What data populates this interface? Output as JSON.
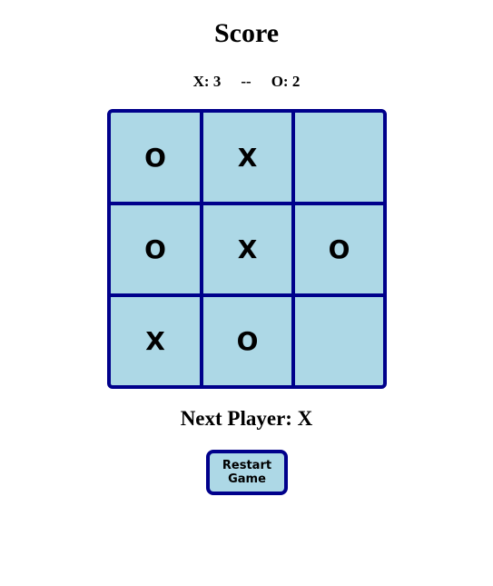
{
  "header": {
    "title": "Score"
  },
  "score": {
    "x_label": "X: 3",
    "separator": "--",
    "o_label": "O: 2"
  },
  "board": {
    "cells": [
      "O",
      "X",
      "",
      "O",
      "X",
      "O",
      "X",
      "O",
      ""
    ]
  },
  "status": {
    "text": "Next Player: X"
  },
  "controls": {
    "restart_label": "Restart Game"
  },
  "colors": {
    "board_border": "#00008b",
    "cell_background": "#add8e6"
  }
}
